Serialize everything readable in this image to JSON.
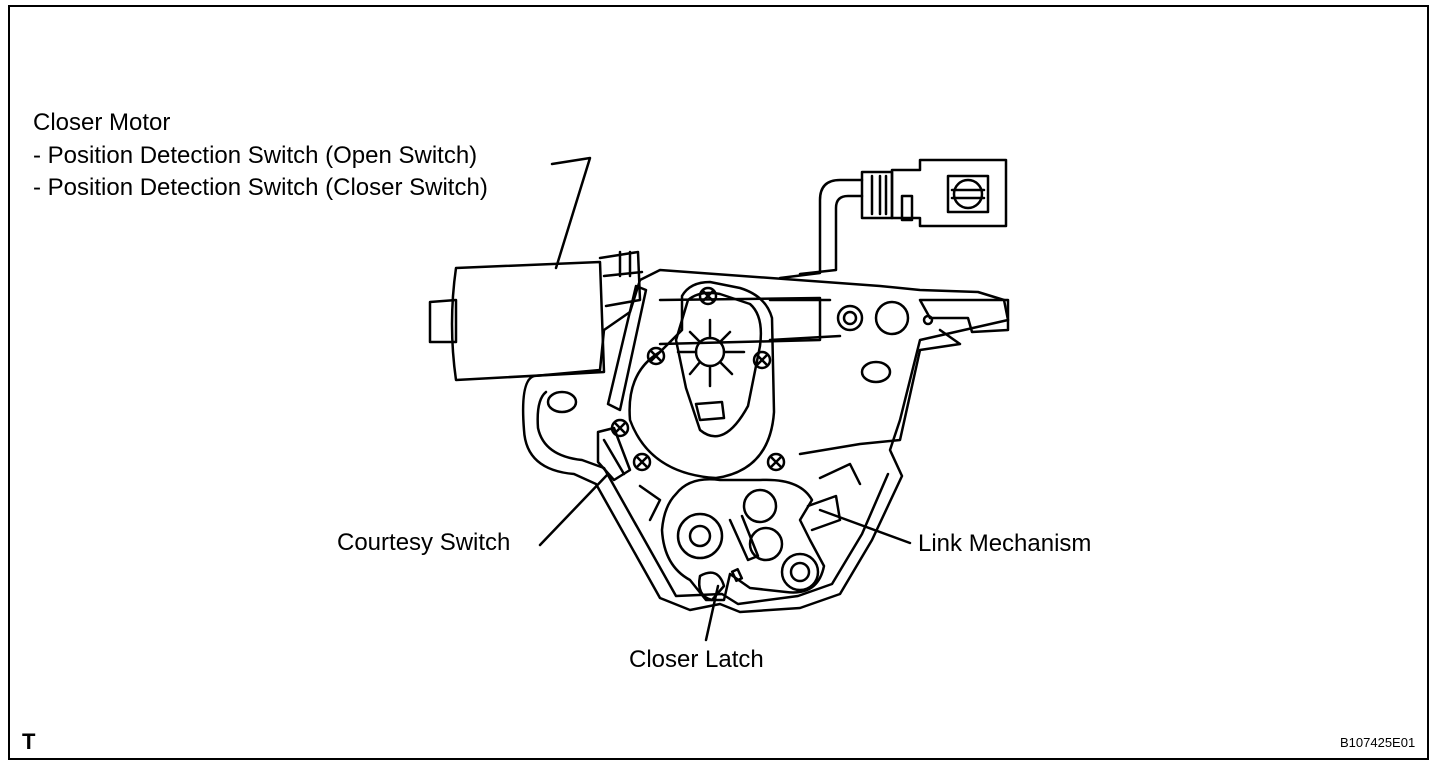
{
  "labels": {
    "motor_title": "Closer Motor",
    "motor_line1": "- Position Detection Switch (Open Switch)",
    "motor_line2": "- Position Detection Switch (Closer Switch)",
    "courtesy_switch": "Courtesy Switch",
    "link_mechanism": "Link Mechanism",
    "closer_latch": "Closer Latch"
  },
  "footer": {
    "corner_mark": "T",
    "figure_code": "B107425E01"
  },
  "colors": {
    "line": "#000000",
    "background": "#ffffff"
  }
}
